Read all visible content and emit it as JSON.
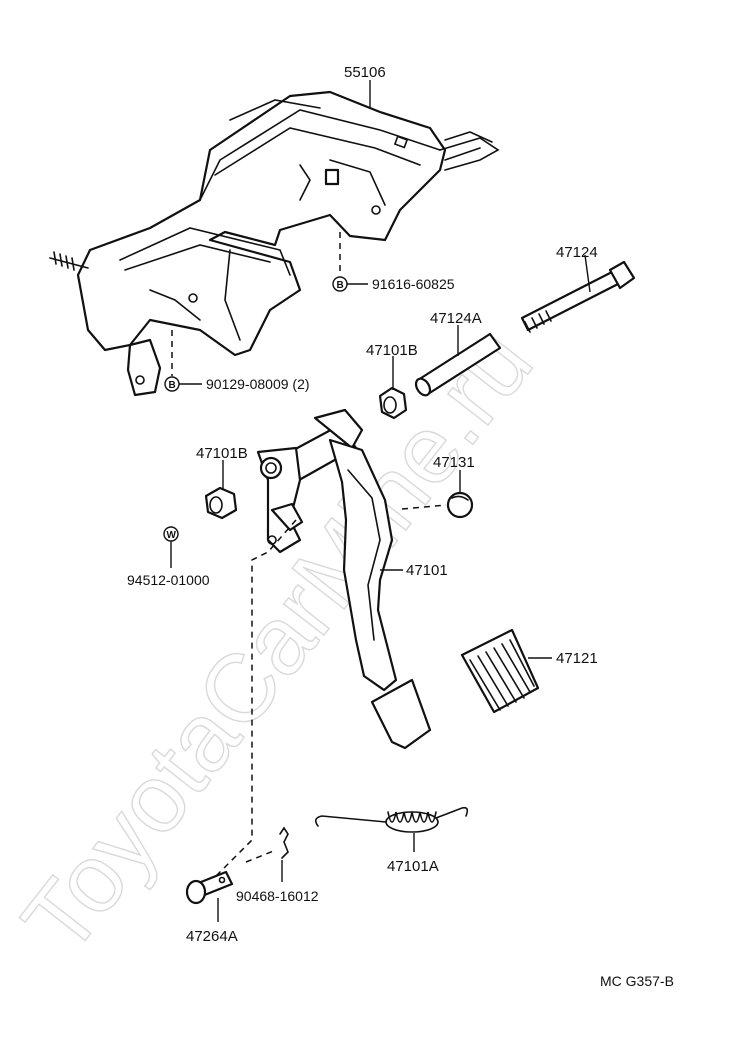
{
  "watermark": "ToyotaCarMine.ru",
  "labels": {
    "p55106": "55106",
    "p91616": "91616-60825",
    "p90129": "90129-08009 (2)",
    "p47124": "47124",
    "p47124A": "47124A",
    "p47101B_top": "47101B",
    "p47101B_left": "47101B",
    "p47131": "47131",
    "p94512": "94512-01000",
    "p47101": "47101",
    "p47121": "47121",
    "p47101A": "47101A",
    "p90468": "90468-16012",
    "p47264A": "47264A"
  },
  "badges": {
    "bolt_symbol": "B",
    "washer_symbol": "W"
  },
  "footer": {
    "code": "MC  G357-B"
  }
}
